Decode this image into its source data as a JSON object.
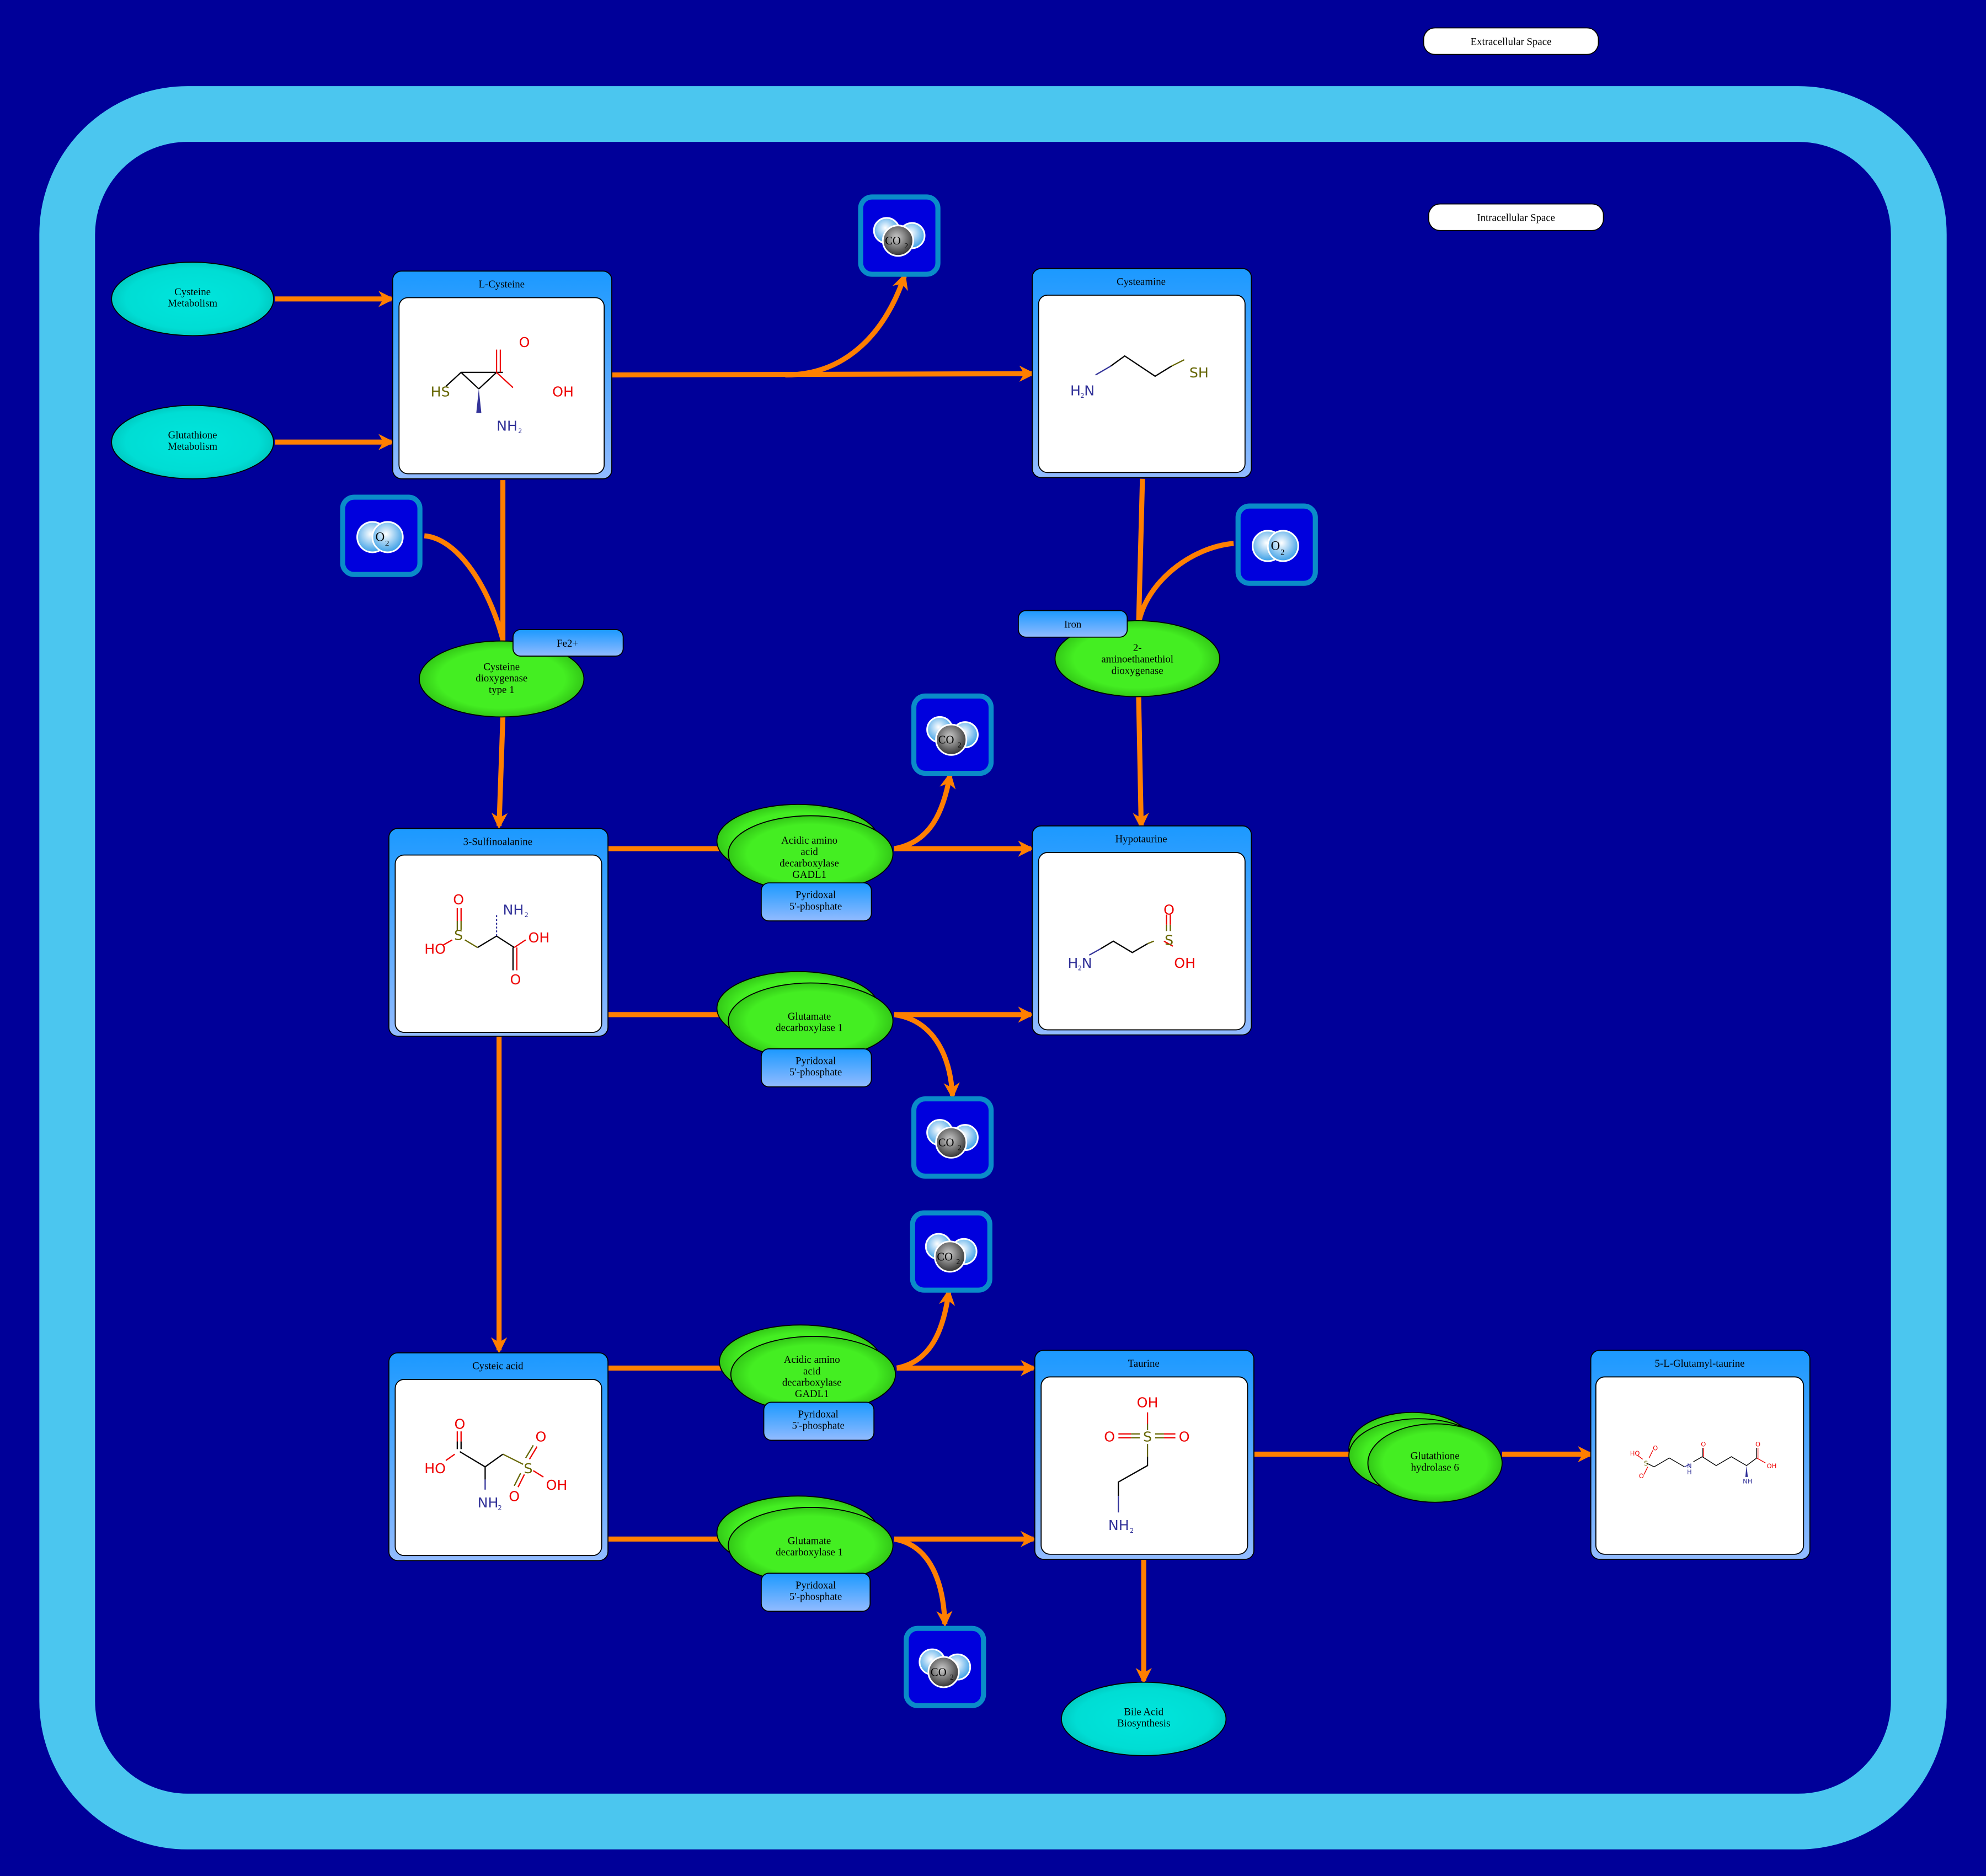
{
  "compartments": {
    "extracellular_label": "Extracellular Space",
    "intracellular_label": "Intracellular Space"
  },
  "colors": {
    "background": "#000099",
    "membrane": "#4bc6ef",
    "edge": "#ff7f00",
    "enzyme": "#44ee22",
    "pathway": "#00ddd4",
    "compound_header": "#1e9bff",
    "cofactor": "#5ab0ff",
    "small_molecule_border": "#0a8cc8",
    "small_molecule_fill": "#0000dd"
  },
  "pathways": {
    "cysteine_metabolism": [
      "Cysteine",
      "Metabolism"
    ],
    "glutathione_metabolism": [
      "Glutathione",
      "Metabolism"
    ],
    "bile_acid_biosynthesis": [
      "Bile Acid",
      "Biosynthesis"
    ]
  },
  "compounds": {
    "l_cysteine": {
      "name": "L-Cysteine",
      "atoms": {
        "hs": "HS",
        "o": "O",
        "oh": "OH",
        "nh2": "NH",
        "sub2": "2"
      }
    },
    "cysteamine": {
      "name": "Cysteamine",
      "atoms": {
        "h2n": "H",
        "sub2": "2",
        "n": "N",
        "sh": "SH"
      }
    },
    "sulfinoalanine": {
      "name": "3-Sulfinoalanine",
      "atoms": {
        "o": "O",
        "s": "S",
        "ho": "HO",
        "nh2": "NH",
        "sub2": "2",
        "oh": "OH",
        "o2": "O"
      }
    },
    "hypotaurine": {
      "name": "Hypotaurine",
      "atoms": {
        "h2n": "H",
        "sub2": "2",
        "n": "N",
        "s": "S",
        "o": "O",
        "oh": "OH"
      }
    },
    "cysteic_acid": {
      "name": "Cysteic acid",
      "atoms": {
        "o": "O",
        "ho": "HO",
        "nh2": "NH",
        "sub2": "2",
        "s": "S",
        "o2": "O",
        "o3": "O",
        "oh": "OH"
      }
    },
    "taurine": {
      "name": "Taurine",
      "atoms": {
        "oh": "OH",
        "o_left": "O",
        "s": "S",
        "o_right": "O",
        "nh2": "NH",
        "sub2": "2"
      }
    },
    "glutamyl_taurine": {
      "name": "5-L-Glutamyl-taurine",
      "atoms": {
        "ho": "HO",
        "s": "S",
        "o1": "O",
        "o2": "O",
        "n": "N",
        "h": "H",
        "o3": "O",
        "o4": "O",
        "oh": "OH",
        "nh2": "NH",
        "sub2": "2"
      }
    }
  },
  "enzymes": {
    "cdo1": [
      "Cysteine",
      "dioxygenase",
      "type 1"
    ],
    "ado": [
      "2-",
      "aminoethanethiol",
      "dioxygenase"
    ],
    "gadl1_top": [
      "Acidic amino",
      "acid",
      "decarboxylase",
      "GADL1"
    ],
    "gad1_top": [
      "Glutamate",
      "decarboxylase 1"
    ],
    "gadl1_bottom": [
      "Acidic amino",
      "acid",
      "decarboxylase",
      "GADL1"
    ],
    "gad1_bottom": [
      "Glutamate",
      "decarboxylase 1"
    ],
    "ggt6": [
      "Glutathione",
      "hydrolase 6"
    ]
  },
  "cofactors": {
    "fe2": [
      "Fe2+"
    ],
    "iron": [
      "Iron"
    ],
    "plp": [
      "Pyridoxal",
      "5'-phosphate"
    ]
  },
  "small_molecules": {
    "co2": {
      "main": "CO",
      "sub": "2"
    },
    "o2": {
      "main": "O",
      "sub": "2"
    }
  }
}
